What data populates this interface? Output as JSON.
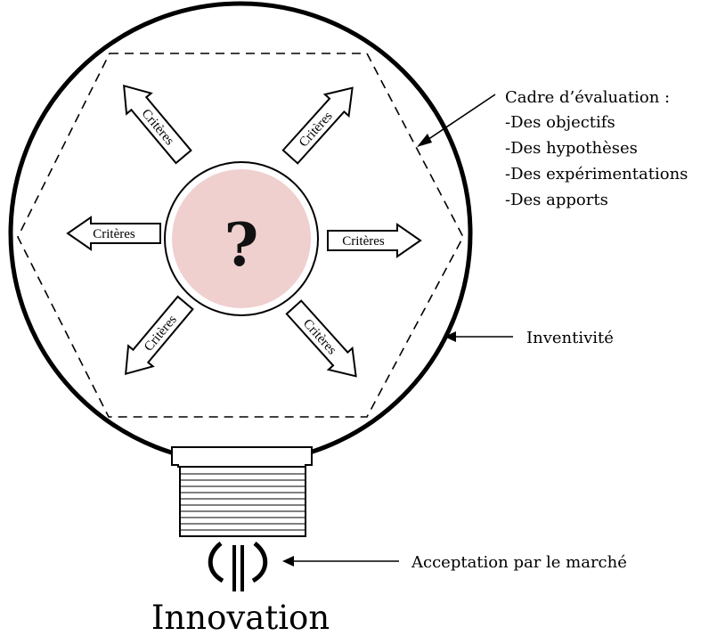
{
  "center_symbol": "?",
  "criteria_label": "Critères",
  "evaluation_frame": {
    "heading": "Cadre d’évaluation :",
    "items": [
      "-Des objectifs",
      "-Des hypothèses",
      "-Des expérimentations",
      "-Des apports"
    ]
  },
  "inventiveness_label": "Inventivité",
  "market_label": "Acceptation par le marché",
  "bottom_title": "Innovation",
  "colors": {
    "center_fill": "#efd0cf",
    "stroke": "#000000"
  }
}
